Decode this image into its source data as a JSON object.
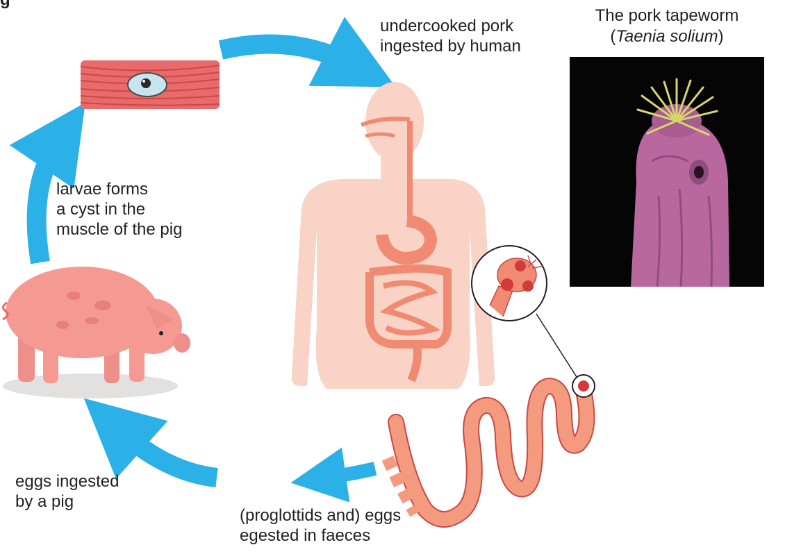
{
  "header_fragment": "g",
  "labels": {
    "pork_ingested": [
      "undercooked pork",
      "ingested by human"
    ],
    "cyst": [
      "larvae forms",
      "a cyst in the",
      "muscle of the pig"
    ],
    "eggs_pig": [
      "eggs ingested",
      "by a pig"
    ],
    "faeces": [
      "(proglottids and) eggs",
      "egested in faeces"
    ]
  },
  "title": {
    "line1": "The pork tapeworm",
    "open": "(",
    "species": "Taenia solium",
    "close": ")"
  },
  "colors": {
    "arrow": "#2bb0e8",
    "tissue": "#f5cabd",
    "organ": "#f08a72",
    "muscle": "#e86a6a",
    "pig": "#f49a92",
    "photo_bg": "#050505",
    "worm_photo": "#b9689f"
  }
}
